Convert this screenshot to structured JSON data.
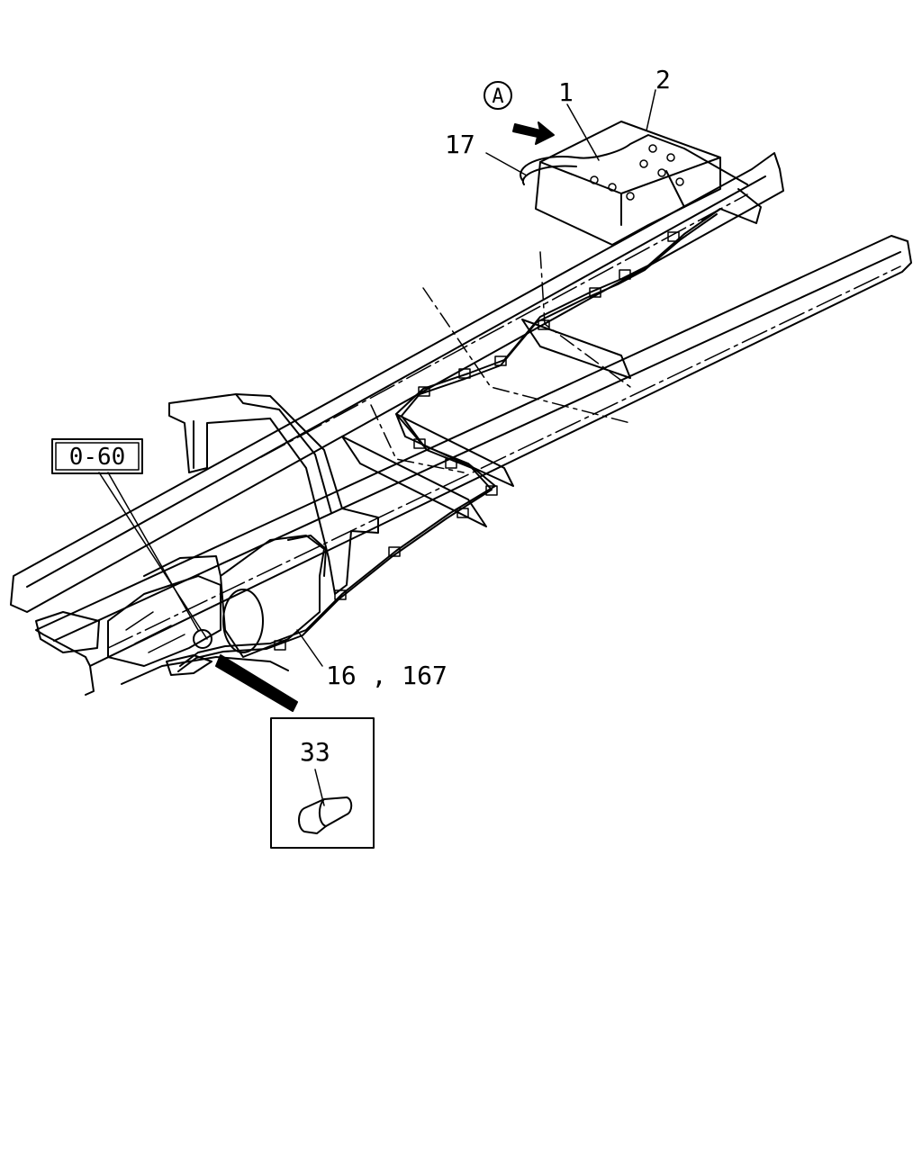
{
  "callouts": {
    "view_marker": "A",
    "part_1": "1",
    "part_2": "2",
    "part_17": "17",
    "ref_box": "0-60",
    "part_16_167": "16 , 167",
    "detail_part": "33"
  }
}
